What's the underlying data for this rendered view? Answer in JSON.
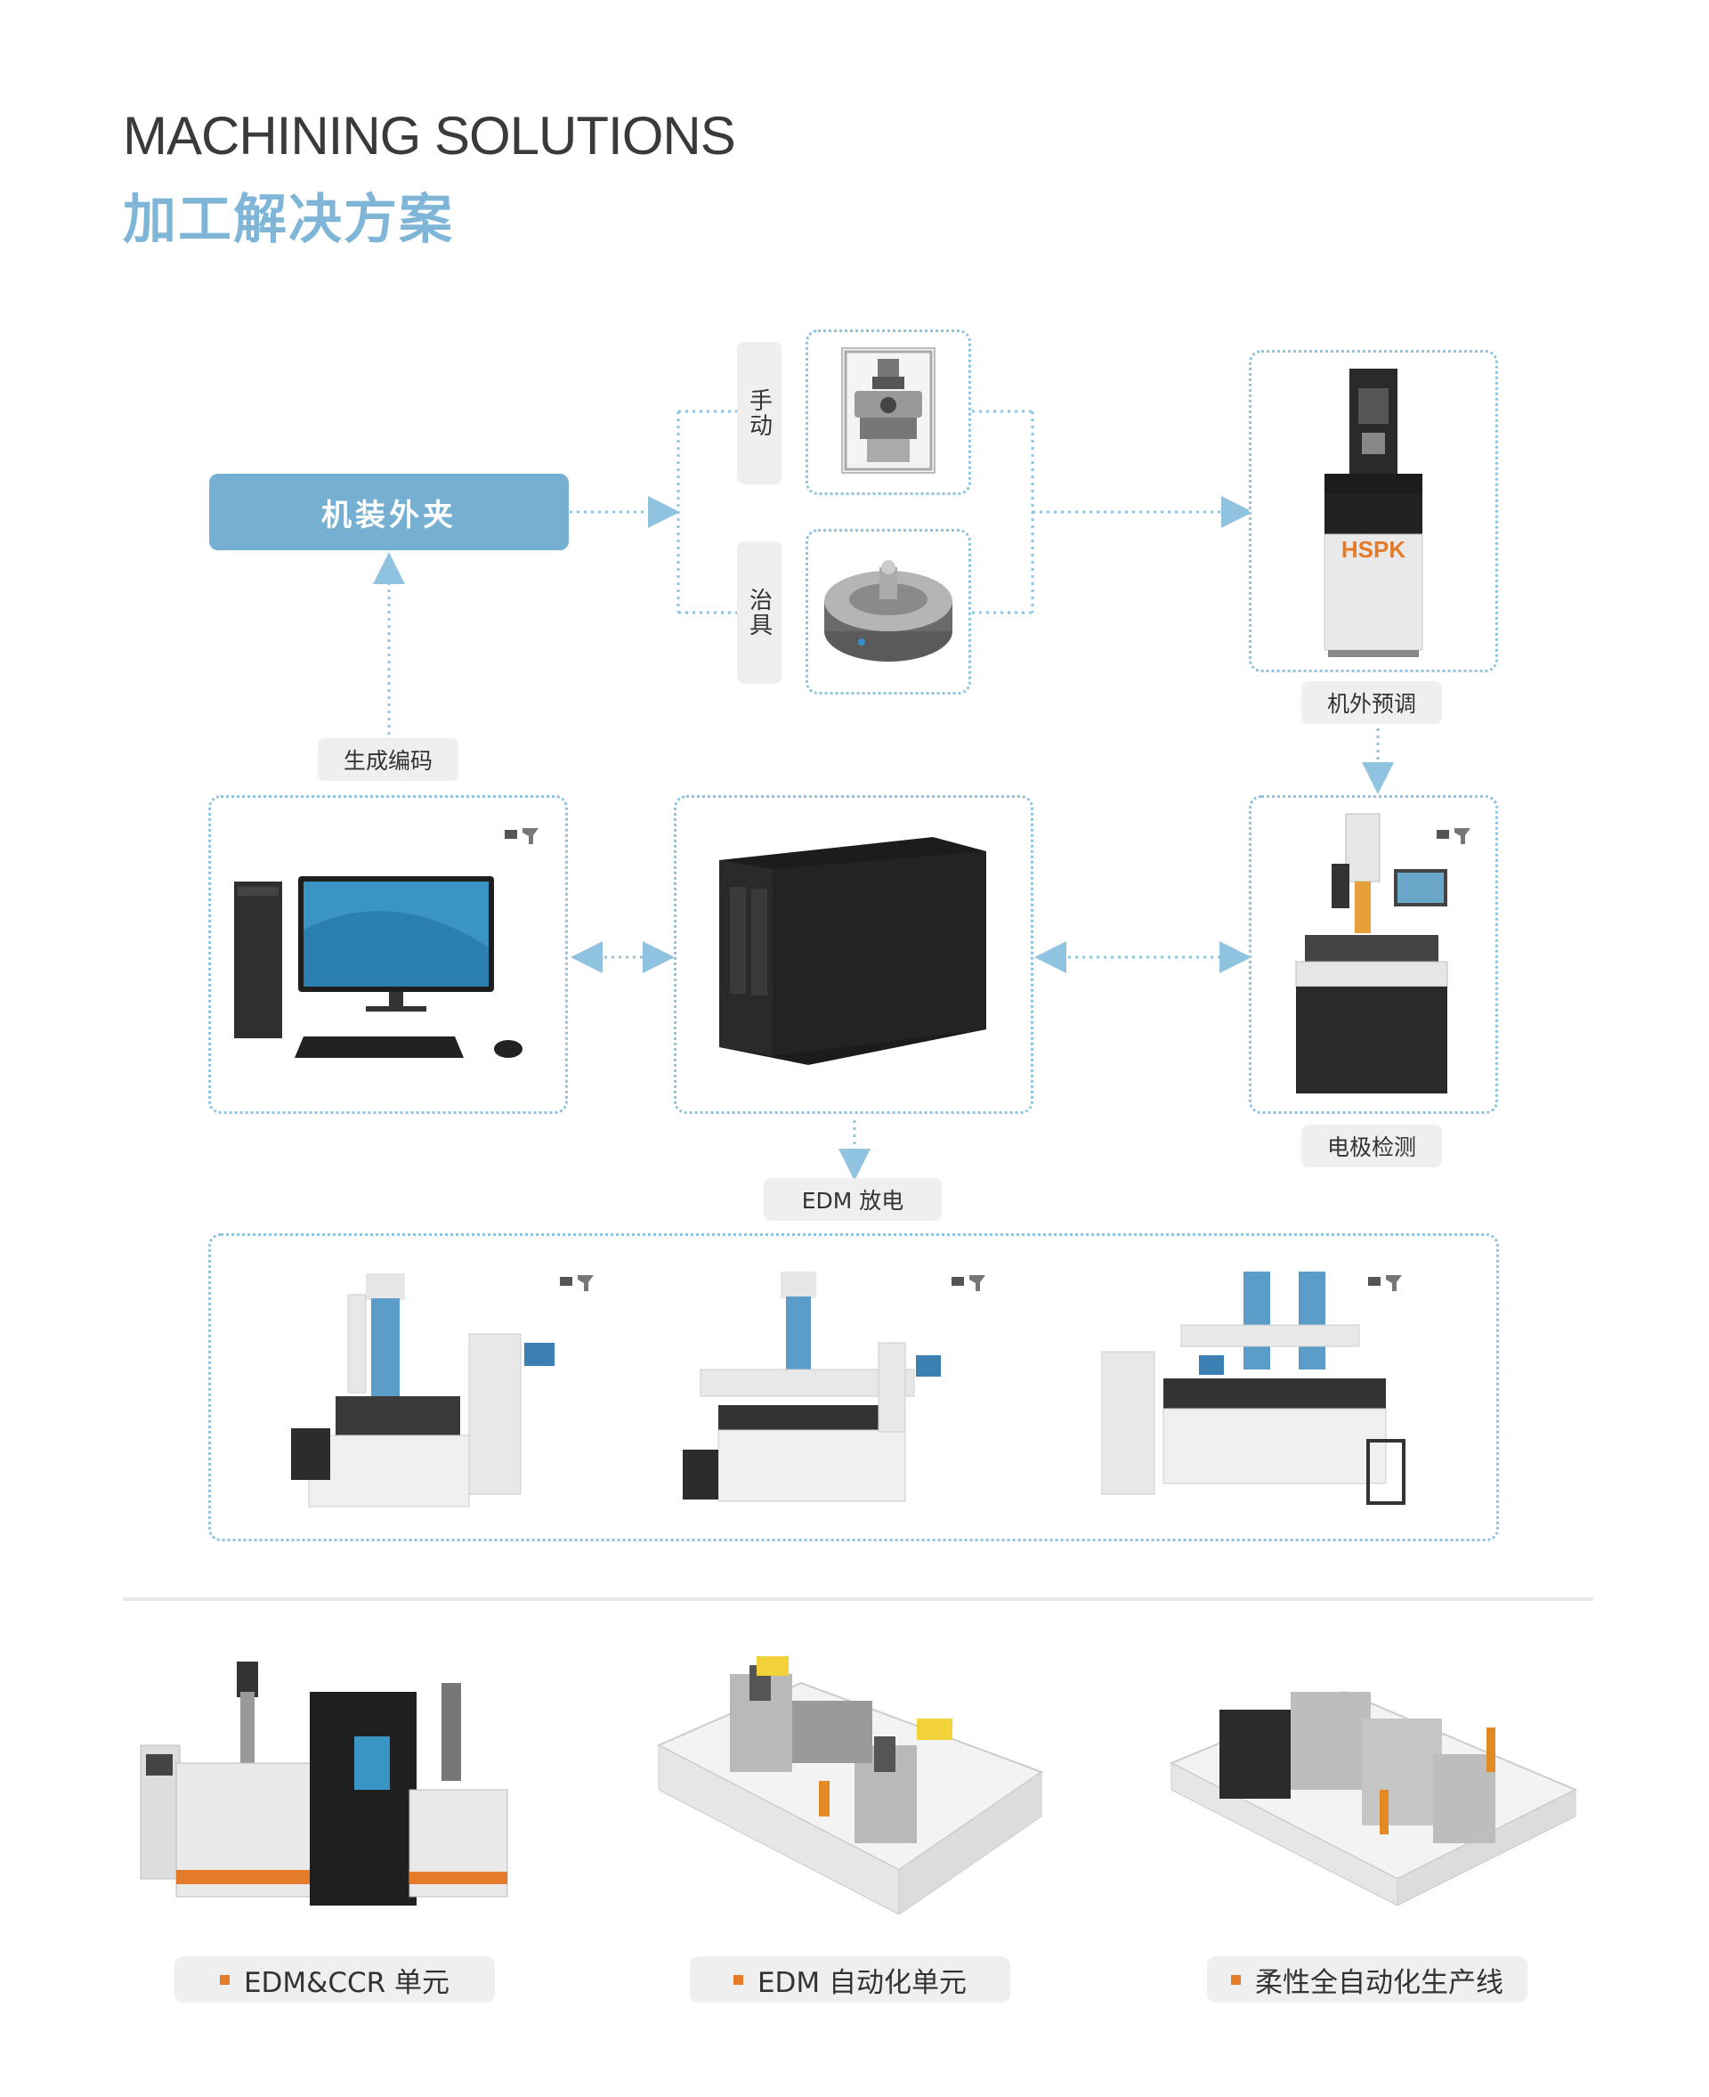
{
  "header": {
    "title_en": "MACHINING SOLUTIONS",
    "title_cn": "加工解决方案"
  },
  "flow": {
    "main_step": "机装外夹",
    "options": [
      {
        "label": "手动",
        "icon": "manual-chuck-icon"
      },
      {
        "label": "治具",
        "icon": "fixture-chuck-icon"
      }
    ],
    "offline_preset": "机外预调",
    "generate_code": "生成编码",
    "electrode_inspection": "电极检测",
    "edm": "EDM 放电",
    "brand": "HSPK",
    "icons": {
      "scanner": "barcode-scanner-icon",
      "computer": "computer-workstation-icon",
      "server": "nas-server-icon",
      "presetter": "presetter-machine-icon",
      "cmm": "electrode-inspection-machine-icon",
      "edm": "edm-machine-icon"
    }
  },
  "solutions": [
    {
      "label": "EDM&CCR 单元",
      "icon": "edm-ccr-cell-icon"
    },
    {
      "label": "EDM 自动化单元",
      "icon": "edm-automation-cell-icon"
    },
    {
      "label": "柔性全自动化生产线",
      "icon": "flexible-production-line-icon"
    }
  ],
  "colors": {
    "accent_blue": "#75b0d3",
    "title_blue": "#7fb6d8",
    "dotted_border": "#8fc3df",
    "bullet_orange": "#e47b2a",
    "pill_bg": "#efefef"
  }
}
